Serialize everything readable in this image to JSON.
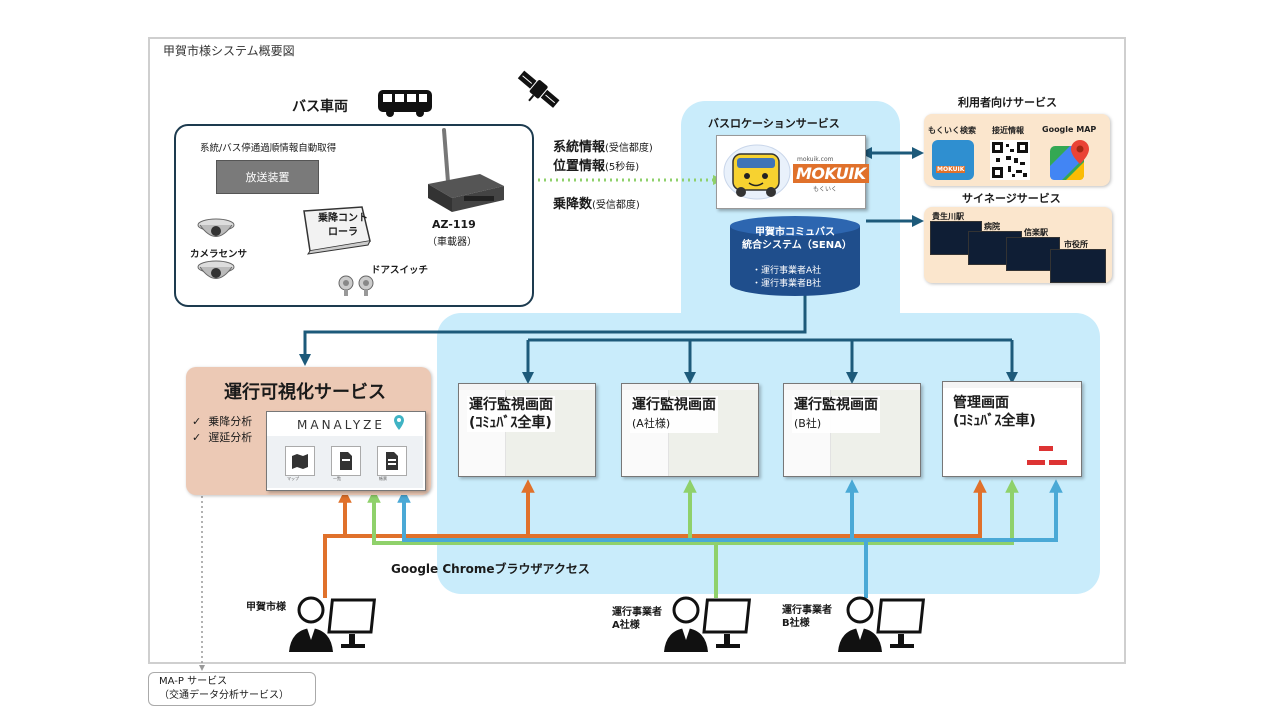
{
  "frame_title": "甲賀市様システム概要図",
  "bus": {
    "title": "バス車両",
    "auto_info": "系統/バス停通過順情報自動取得",
    "broadcast": "放送装置",
    "controller": [
      "乗降コント",
      "ローラ"
    ],
    "camera": "カメラセンサ",
    "door": "ドアスイッチ",
    "device": [
      "AZ-119",
      "（車載器）"
    ]
  },
  "signals": [
    {
      "label": "系統情報",
      "note": "(受信都度)"
    },
    {
      "label": "位置情報",
      "note": "(5秒毎)"
    },
    {
      "label": "乗降数",
      "note": "(受信都度)"
    }
  ],
  "location_service": {
    "title": "バスロケーションサービス",
    "logo": "MOKUIK",
    "logo_url": "mokuik.com",
    "logo_kana": "もくいく"
  },
  "sena": {
    "title": [
      "甲賀市コミュバス",
      "統合システム（SENA）"
    ],
    "items": [
      "・運行事業者A社",
      "・運行事業者B社"
    ]
  },
  "user_service": {
    "title": "利用者向けサービス",
    "items": [
      "もくいく検索",
      "接近情報",
      "Google MAP"
    ],
    "mini_logo": "MOKUIK"
  },
  "signage": {
    "title": "サイネージサービス",
    "stations": [
      "貴生川駅",
      "病院",
      "信楽駅",
      "市役所"
    ]
  },
  "visual": {
    "title": "運行可視化サービス",
    "checks": [
      "乗降分析",
      "遅延分析"
    ],
    "logo": "MANALYZE",
    "icons": [
      "マップ",
      "一覧",
      "帳票"
    ]
  },
  "screens": [
    {
      "title": "運行監視画面",
      "sub": "(ｺﾐｭﾊﾞｽ全車)"
    },
    {
      "title": "運行監視画面",
      "sub": "(A社様)"
    },
    {
      "title": "運行監視画面",
      "sub": "(B社)"
    },
    {
      "title": "管理画面",
      "sub": "(ｺﾐｭﾊﾞｽ全車)"
    }
  ],
  "chrome_access": "Google Chromeブラウザアクセス",
  "users": [
    {
      "name": "甲賀市様"
    },
    {
      "name": "運行事業者\nA社様"
    },
    {
      "name": "運行事業者\nB社様"
    }
  ],
  "map_service": {
    "lines": [
      "MA-P サービス",
      "（交通データ分析サービス）"
    ]
  },
  "colors": {
    "orange": "#e0712b",
    "green": "#8fd16b",
    "blue": "#4aa9d6",
    "navy": "#1d5a7a",
    "panel_blue": "#c9ecfb",
    "visual_panel": "#ecc9b5"
  }
}
